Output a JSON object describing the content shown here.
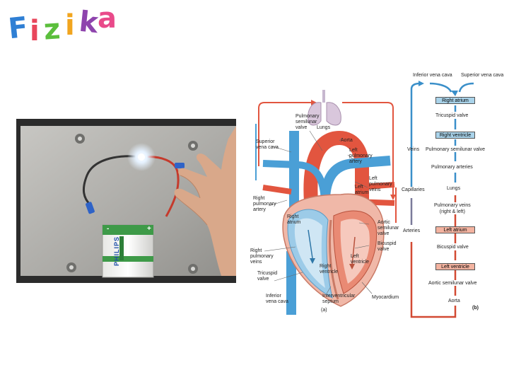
{
  "logo": {
    "letters": [
      "F",
      "i",
      "z",
      "i",
      "k",
      "a"
    ],
    "colors": [
      "#2f7fd4",
      "#e8465b",
      "#5bbf3c",
      "#f1a51f",
      "#8e44ad",
      "#e94a8a"
    ]
  },
  "heart_diagram": {
    "labels": {
      "lungs": "Lungs",
      "pulmonary_semilunar_valve": "Pulmonary\nsemilunar\nvalve",
      "superior_vena_cava": "Superior\nvena cava",
      "aorta": "Aorta",
      "left_pulmonary_artery": "Left\npulmonary\nartery",
      "left_pulmonary_veins": "Left\npulmonary\nveins",
      "left_atrium": "Left\natrium",
      "right_pulmonary_artery": "Right\npulmonary\nartery",
      "right_atrium": "Right\natrium",
      "aortic_semilunar_valve": "Aortic\nsemilunar\nvalve",
      "bicuspid_valve": "Bicuspid\nvalve",
      "left_ventricle": "Left\nventricle",
      "right_pulmonary_veins": "Right\npulmonary\nveins",
      "right_ventricle": "Right\nventricle",
      "tricuspid_valve": "Tricuspid\nvalve",
      "inferior_vena_cava": "Inferior\nvena cava",
      "interventricular_septum": "Interventricular\nseptum",
      "myocardium": "Myocardium",
      "panel": "(a)"
    }
  },
  "flowchart": {
    "top_left": "Inferior vena cava",
    "top_right": "Superior vena cava",
    "right_atrium": "Right atrium",
    "tricuspid_valve": "Tricuspid valve",
    "right_ventricle": "Right ventricle",
    "veins": "Veins",
    "pulmonary_semilunar_valve": "Pulmonary semilunar valve",
    "pulmonary_arteries": "Pulmonary arteries",
    "capillaries": "Capillaries",
    "lungs": "Lungs",
    "pulmonary_veins": "Pulmonary veins\n(right & left)",
    "arteries": "Arteries",
    "left_atrium": "Left atrium",
    "bicuspid_valve": "Bicuspid valve",
    "left_ventricle": "Left ventricle",
    "aortic_semilunar_valve": "Aortic semilunar valve",
    "aorta": "Aorta",
    "panel": "(b)"
  },
  "photo": {
    "battery_brand": "PHILIPS",
    "battery_plus": "+",
    "battery_minus": "-"
  },
  "colors": {
    "oxygen_poor": "#4a9fd6",
    "oxygen_rich": "#e2553f",
    "flow_blue": "#3a8fc9",
    "flow_red": "#d24a33"
  }
}
